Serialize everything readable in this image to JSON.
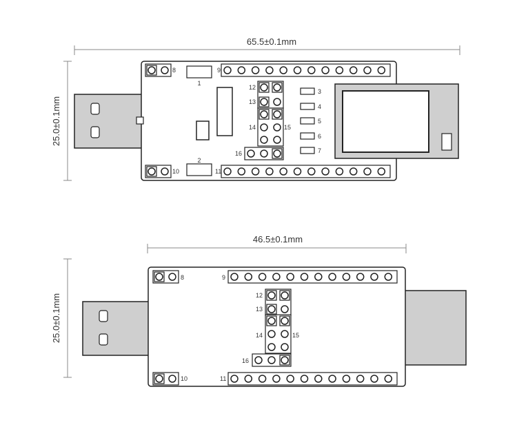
{
  "colors": {
    "stroke": "#222222",
    "dim_line": "#888888",
    "usb_fill": "#cfcfcf",
    "module_fill": "#cfcfcf",
    "text": "#333333"
  },
  "top_view": {
    "width_label": "65.5±0.1mm",
    "height_label": "25.0±0.1mm",
    "header_labels": {
      "top_left": "8",
      "top_right": "9",
      "bottom_left": "10",
      "bottom_right": "11",
      "smd_top": "1",
      "smd_bottom": "2"
    },
    "mid_labels": {
      "p12": "12",
      "p13": "13",
      "p14": "14",
      "p15": "15",
      "p16": "16"
    },
    "led_labels": [
      "3",
      "4",
      "5",
      "6",
      "7"
    ]
  },
  "bottom_view": {
    "width_label": "46.5±0.1mm",
    "height_label": "25.0±0.1mm",
    "header_labels": {
      "top_left": "8",
      "top_right": "9",
      "bottom_left": "10",
      "bottom_right": "11"
    },
    "mid_labels": {
      "p12": "12",
      "p13": "13",
      "p14": "14",
      "p15": "15",
      "p16": "16"
    }
  }
}
